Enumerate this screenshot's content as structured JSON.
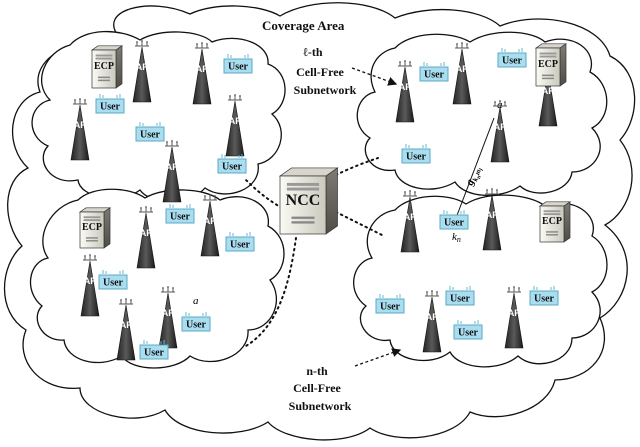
{
  "title": "Coverage Area",
  "ncc_label": "NCC",
  "ecp_label": "ECP",
  "ap_label": "AP",
  "user_label": "User",
  "l_subnetwork": {
    "line1": "ℓ-th",
    "line2": "Cell-Free",
    "line3": "Subnetwork"
  },
  "n_subnetwork": {
    "line1": "n-th",
    "line2": "Cell-Free",
    "line3": "Subnetwork"
  },
  "math": {
    "a_top": "a",
    "m_l": "m",
    "m_l_sub": "l",
    "g_main": "g",
    "g_sub": "k",
    "g_sub2": "n",
    "g_sub3": "m",
    "g_sub4": "l",
    "k_n": "k",
    "k_n_sub": "n",
    "a_bottom": "a"
  }
}
